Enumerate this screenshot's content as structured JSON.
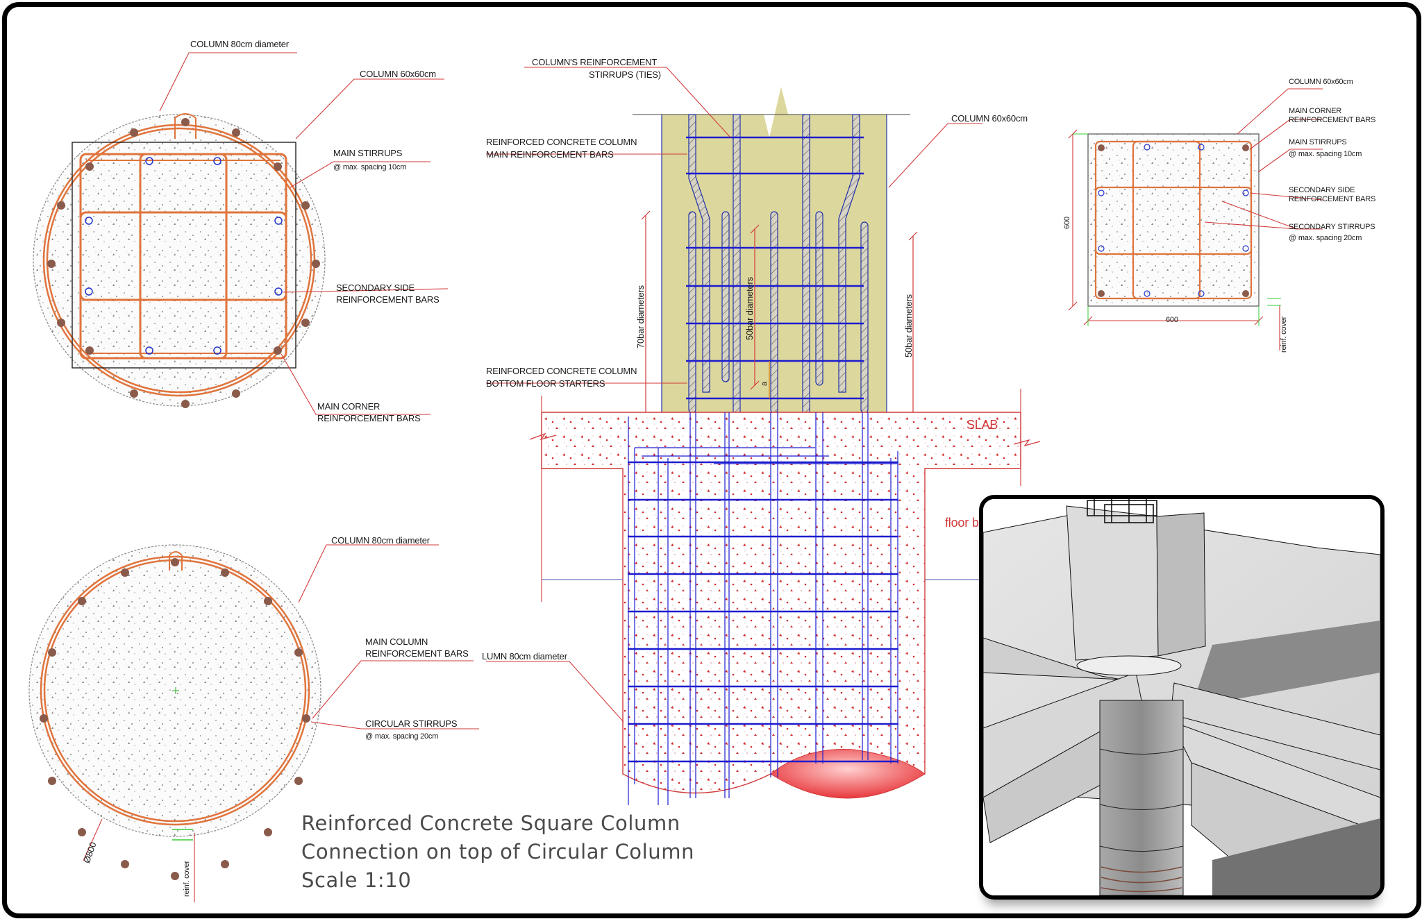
{
  "title": {
    "line1": "Reinforced Concrete Square Column",
    "line2": "Connection on top of Circular Column",
    "line3": "Scale 1:10"
  },
  "colors": {
    "frame": "#000000",
    "leader_red": "#d23a3a",
    "rebar_orange": "#e0743c",
    "rebar_blue": "#1c1cd0",
    "column_fill": "#dcd79c",
    "bar_brown": "#8a5a4a",
    "slab_speck": "#d42a2a"
  },
  "top_left_section": {
    "circle_label": "COLUMN 80cm diameter",
    "square_label": "COLUMN 60x60cm",
    "main_stirrups_label": "MAIN STIRRUPS",
    "main_stirrups_spacing": "@ max. spacing 10cm",
    "secondary_side_label_1": "SECONDARY SIDE",
    "secondary_side_label_2": "REINFORCEMENT BARS",
    "main_corner_label_1": "MAIN CORNER",
    "main_corner_label_2": "REINFORCEMENT BARS"
  },
  "bottom_left_section": {
    "circle_label": "COLUMN 80cm diameter",
    "main_bars_label_1": "MAIN COLUMN",
    "main_bars_label_2": "REINFORCEMENT BARS",
    "stirrups_label": "CIRCULAR STIRRUPS",
    "stirrups_spacing": "@ max. spacing 20cm",
    "diameter_dim": "Ø800",
    "cover_dim": "reinf. cover"
  },
  "elevation": {
    "ties_label_1": "COLUMN'S REINFORCEMENT",
    "ties_label_2": "STIRRUPS (TIES)",
    "main_bars_label_1": "REINFORCED CONCRETE COLUMN",
    "main_bars_label_2": "MAIN REINFORCEMENT BARS",
    "starters_label_1": "REINFORCED CONCRETE COLUMN",
    "starters_label_2": "BOTTOM FLOOR STARTERS",
    "square_column_label": "COLUMN 60x60cm",
    "circular_column_label": "LUMN 80cm diameter",
    "dim_70": "70bar diameters",
    "dim_50_inner": "50bar diameters",
    "dim_50_outer": "50bar diameters",
    "dim_a": "a",
    "slab_label": "SLAB",
    "floor_label": "floor b"
  },
  "right_section": {
    "column_label": "COLUMN 60x60cm",
    "corner_label_1": "MAIN CORNER",
    "corner_label_2": "REINFORCEMENT BARS",
    "stirrups_label": "MAIN STIRRUPS",
    "stirrups_spacing": "@ max. spacing 10cm",
    "side_label_1": "SECONDARY SIDE",
    "side_label_2": "REINFORCEMENT BARS",
    "sec_stirrups_label": "SECONDARY STIRRUPS",
    "sec_stirrups_spacing": "@ max. spacing 20cm",
    "dim_height": "600",
    "dim_width": "600",
    "cover_dim": "reinf. cover"
  },
  "render_3d": {
    "description": "3D view of square column on circular column with beams and slab"
  }
}
